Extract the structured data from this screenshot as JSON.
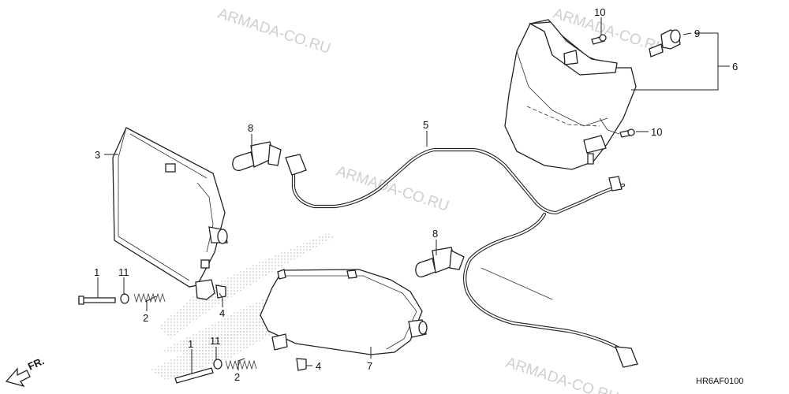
{
  "watermark": {
    "text": "ARMADA-CO.RU"
  },
  "diagram_code": "HR6AF0100",
  "direction_label": "FR.",
  "callouts": [
    "1",
    "11",
    "2",
    "4",
    "1",
    "11",
    "2",
    "4",
    "3",
    "8",
    "8",
    "5",
    "7",
    "10",
    "9",
    "6",
    "10"
  ]
}
